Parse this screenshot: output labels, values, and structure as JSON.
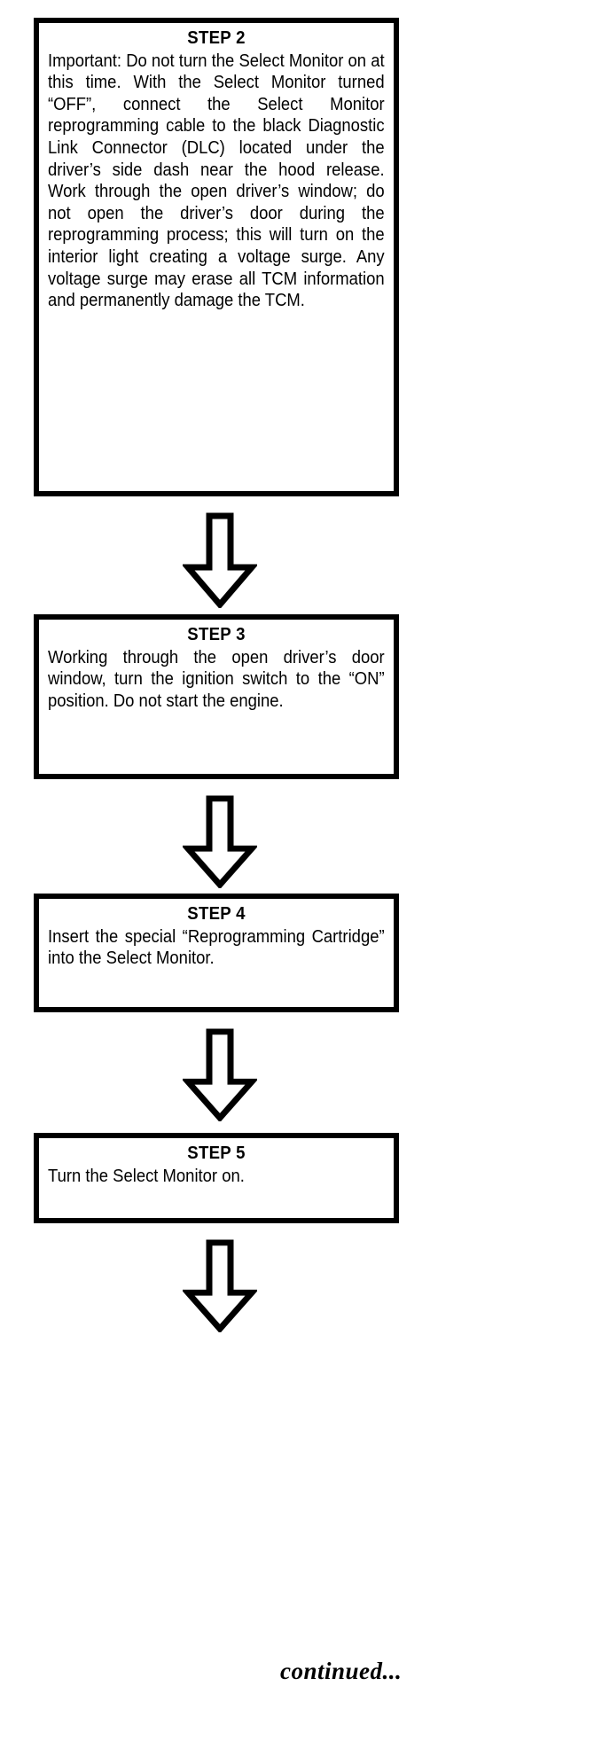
{
  "document": {
    "type": "procedure-flowchart",
    "background_color": "#ffffff",
    "ink_color": "#000000"
  },
  "steps": [
    {
      "id": "step-2",
      "title": "STEP 2",
      "body": "Important: Do not turn the Select Monitor on at this time. With the Select Monitor turned “OFF”, connect the Select Monitor reprogramming cable to the black Diagnostic Link Connector (DLC) located under the driver’s side dash near the hood release. Work through the open driver’s window; do not open the driver’s door during the reprogramming process; this will turn on the interior light creating a voltage surge. Any voltage surge may erase all TCM information and permanently damage the TCM."
    },
    {
      "id": "step-3",
      "title": "STEP 3",
      "body": "Working through the open driver’s door window, turn the ignition switch to the “ON” position. Do not start the engine."
    },
    {
      "id": "step-4",
      "title": "STEP 4",
      "body": "Insert the special “Reprogramming Cartridge” into the Select Monitor."
    },
    {
      "id": "step-5",
      "title": "STEP 5",
      "body": "Turn the Select Monitor on."
    }
  ],
  "connectors": [
    {
      "id": "arrow-1",
      "direction": "down",
      "from": "step-2",
      "to": "step-3"
    },
    {
      "id": "arrow-2",
      "direction": "down",
      "from": "step-3",
      "to": "step-4"
    },
    {
      "id": "arrow-3",
      "direction": "down",
      "from": "step-4",
      "to": "step-5"
    },
    {
      "id": "arrow-4",
      "direction": "down",
      "from": "step-5",
      "to": "continued"
    }
  ],
  "footer": {
    "continued_label": "continued..."
  }
}
